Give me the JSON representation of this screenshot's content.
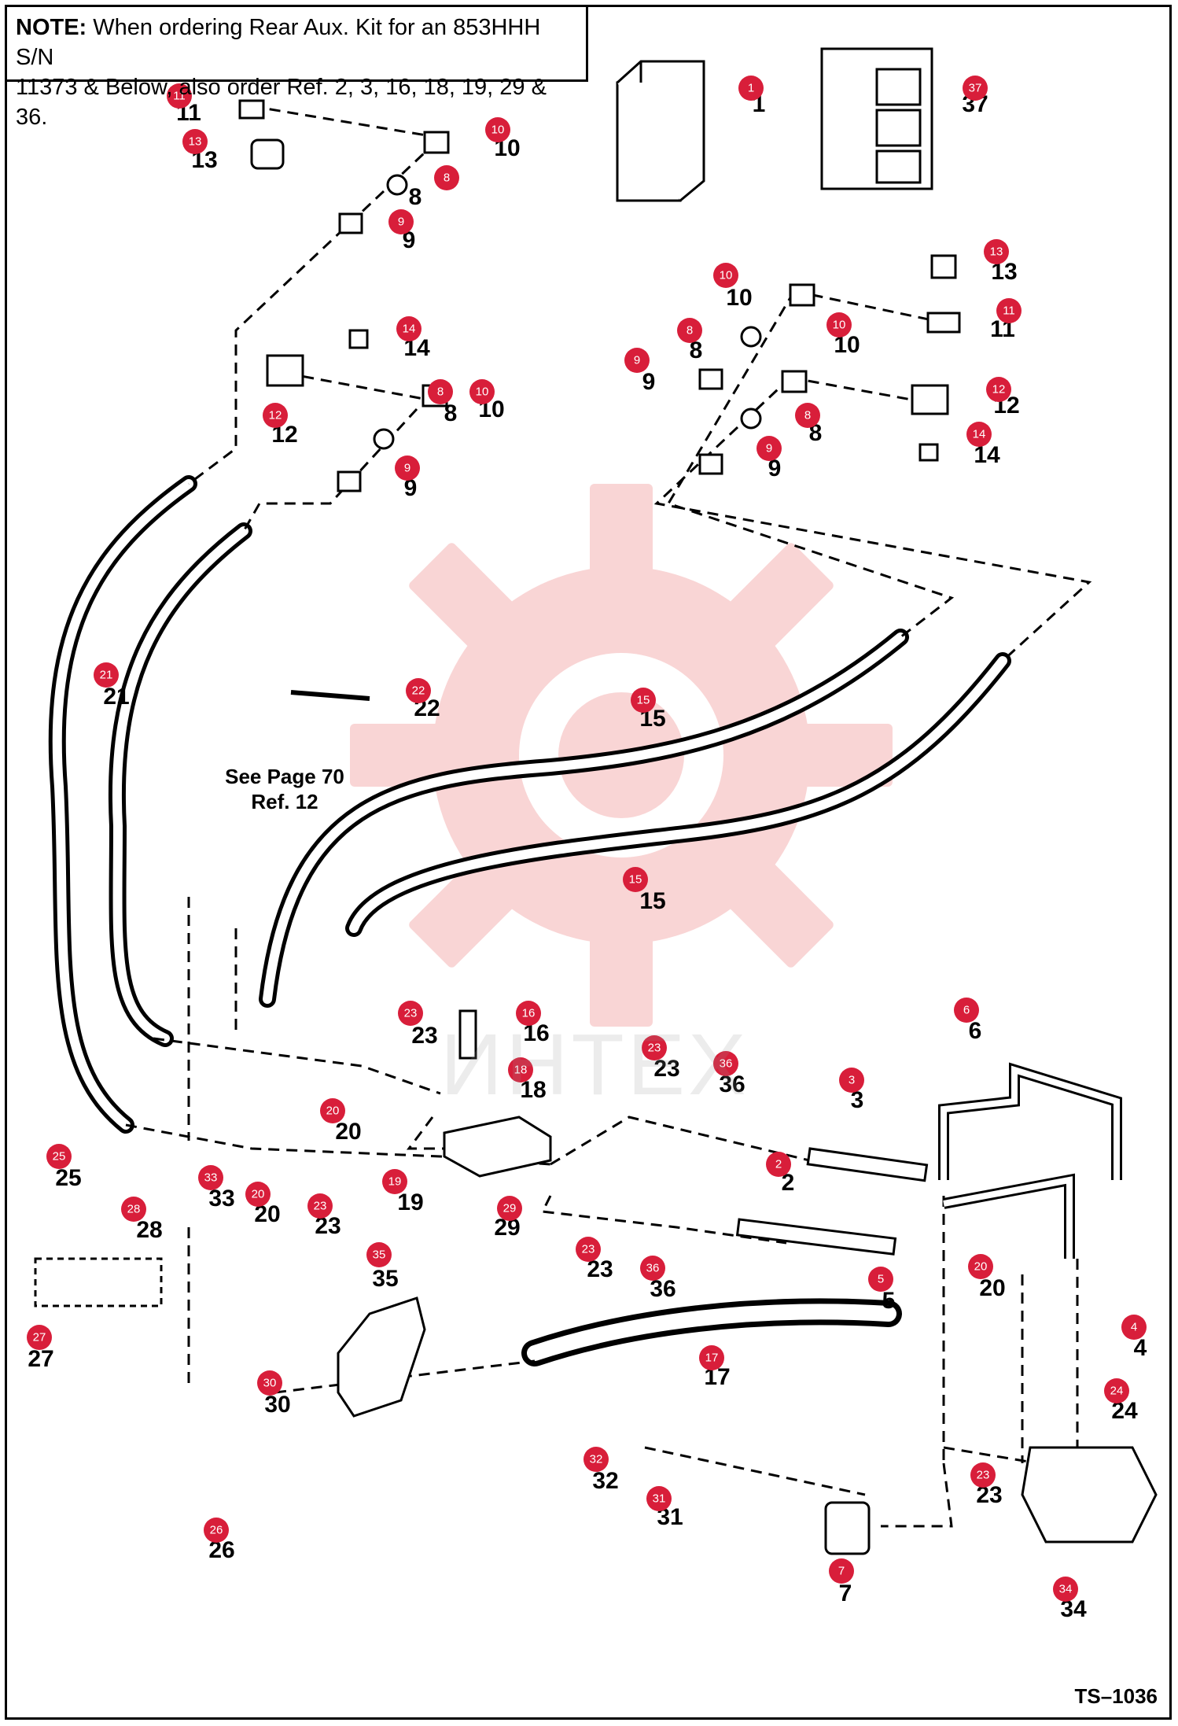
{
  "note": {
    "label": "NOTE:",
    "line1": "When ordering Rear Aux. Kit for an 853HHH S/N",
    "line2": "11373 & Below, also order Ref. 2, 3, 16, 18, 19, 29 & 36."
  },
  "reference": {
    "line1": "See Page 70",
    "line2": "Ref. 12"
  },
  "watermark": "ИНТЕХ",
  "drawing_id": "TS–1036",
  "colors": {
    "callout": "#d81e3a",
    "line": "#000000",
    "watermark": "#f7c8c8"
  },
  "callouts": [
    {
      "n": "1",
      "label": "1"
    },
    {
      "n": "37",
      "label": "37"
    },
    {
      "n": "11",
      "label": "11"
    },
    {
      "n": "13",
      "label": "13"
    },
    {
      "n": "10",
      "label": "10"
    },
    {
      "n": "8",
      "label": "8"
    },
    {
      "n": "9",
      "label": "9"
    },
    {
      "n": "13",
      "label": "13"
    },
    {
      "n": "10",
      "label": "10"
    },
    {
      "n": "11",
      "label": "11"
    },
    {
      "n": "8",
      "label": "8"
    },
    {
      "n": "9",
      "label": "9"
    },
    {
      "n": "10",
      "label": "10"
    },
    {
      "n": "12",
      "label": "12"
    },
    {
      "n": "8",
      "label": "8"
    },
    {
      "n": "14",
      "label": "14"
    },
    {
      "n": "9",
      "label": "9"
    },
    {
      "n": "14",
      "label": "14"
    },
    {
      "n": "12",
      "label": "12"
    },
    {
      "n": "10",
      "label": "10"
    },
    {
      "n": "8",
      "label": "8"
    },
    {
      "n": "9",
      "label": "9"
    },
    {
      "n": "21",
      "label": "21"
    },
    {
      "n": "22",
      "label": "22"
    },
    {
      "n": "15",
      "label": "15"
    },
    {
      "n": "15",
      "label": "15"
    },
    {
      "n": "23",
      "label": "23"
    },
    {
      "n": "16",
      "label": "16"
    },
    {
      "n": "18",
      "label": "18"
    },
    {
      "n": "23",
      "label": "23"
    },
    {
      "n": "36",
      "label": "36"
    },
    {
      "n": "6",
      "label": "6"
    },
    {
      "n": "3",
      "label": "3"
    },
    {
      "n": "20",
      "label": "20"
    },
    {
      "n": "2",
      "label": "2"
    },
    {
      "n": "25",
      "label": "25"
    },
    {
      "n": "33",
      "label": "33"
    },
    {
      "n": "20",
      "label": "20"
    },
    {
      "n": "23",
      "label": "23"
    },
    {
      "n": "19",
      "label": "19"
    },
    {
      "n": "29",
      "label": "29"
    },
    {
      "n": "28",
      "label": "28"
    },
    {
      "n": "23",
      "label": "23"
    },
    {
      "n": "36",
      "label": "36"
    },
    {
      "n": "5",
      "label": "5"
    },
    {
      "n": "20",
      "label": "20"
    },
    {
      "n": "35",
      "label": "35"
    },
    {
      "n": "27",
      "label": "27"
    },
    {
      "n": "4",
      "label": "4"
    },
    {
      "n": "17",
      "label": "17"
    },
    {
      "n": "24",
      "label": "24"
    },
    {
      "n": "30",
      "label": "30"
    },
    {
      "n": "23",
      "label": "23"
    },
    {
      "n": "32",
      "label": "32"
    },
    {
      "n": "31",
      "label": "31"
    },
    {
      "n": "26",
      "label": "26"
    },
    {
      "n": "7",
      "label": "7"
    },
    {
      "n": "34",
      "label": "34"
    }
  ]
}
